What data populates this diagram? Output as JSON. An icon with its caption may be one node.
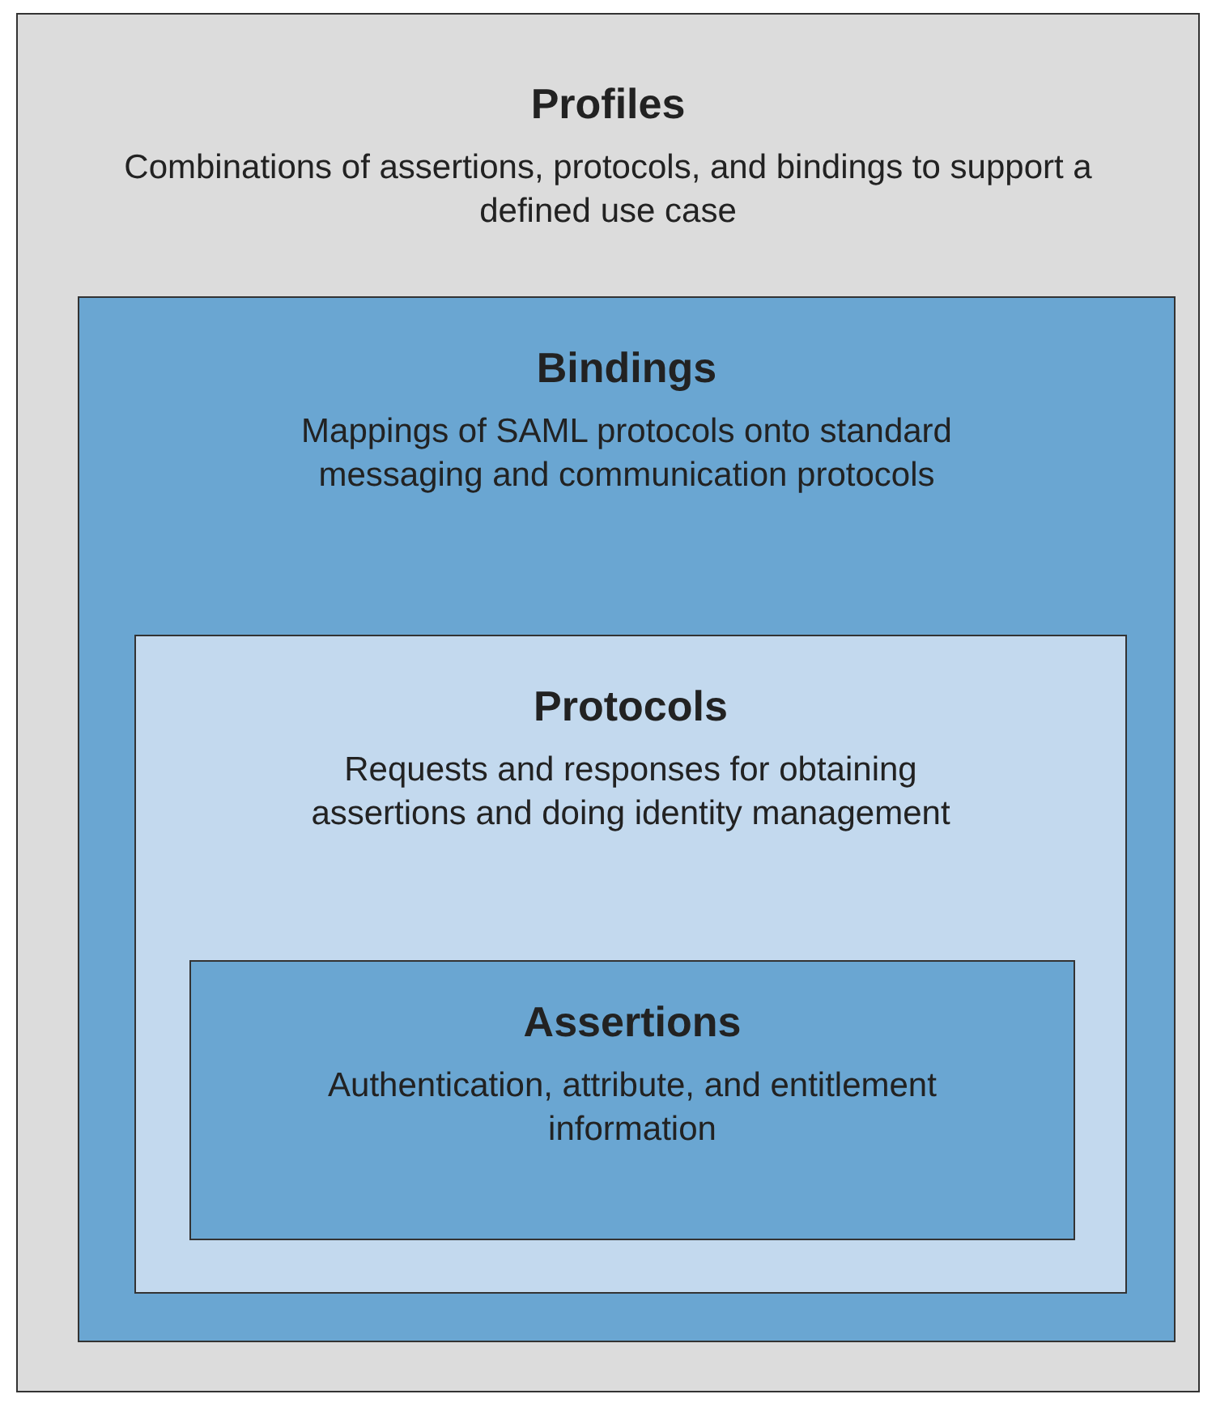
{
  "diagram": {
    "nodes": [
      {
        "text": [
          "Profiles",
          "Combinations of assertions, protocols, and bindings to support a defined use case"
        ]
      },
      {
        "text": [
          "Bindings",
          "Mappings of SAML protocols onto standard messaging and communication protocols"
        ],
        "in": 0
      },
      {
        "text": [
          "Protocols",
          "Requests and responses for obtaining assertions and doing identity management"
        ],
        "in": 1
      },
      {
        "text": [
          "Assertions",
          "Authentication, attribute, and entitlement information"
        ],
        "in": 2
      }
    ]
  }
}
